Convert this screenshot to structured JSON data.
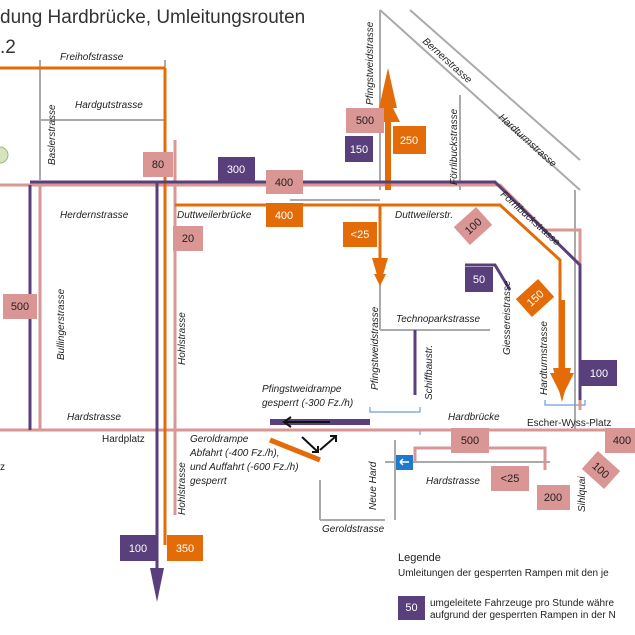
{
  "title": "dung Hardbrücke, Umleitungsrouten",
  "subtitle": ".2",
  "colors": {
    "orange": "#e36c09",
    "pink": "#d99694",
    "purple": "#5a3f7d",
    "grey": "#aaaaaa",
    "blue": "#1f7acc"
  },
  "streets": {
    "freihofstrasse": "Freihofstrasse",
    "hardgutstrasse": "Hardgutstrasse",
    "baslerstrasse": "Baslerstrasse",
    "herdernstrasse": "Herdernstrasse",
    "duttweilerbruecke": "Duttweilerbrücke",
    "duttweilerstr": "Duttweilerstr.",
    "pfingstweidstrasse_top": "Pfingstweidstrasse",
    "pfingstweidstrasse_mid": "Pfingstweidstrasse",
    "bernerstrasse": "Bernerstrasse",
    "hardturmstrasse_top": "Hardturmstrasse",
    "foerrlibuckstrasse_a": "Förrlibuckstrasse",
    "foerrlibuckstrasse_b": "Förrlibuckstrasse",
    "bullingerstrasse": "Bullingerstrasse",
    "hohlstrasse_a": "Hohlstrasse",
    "hohlstrasse_b": "Hohlstrasse",
    "technoparkstrasse": "Technoparkstrasse",
    "giessereistrasse": "Giessereistrasse",
    "hardturmstrasse_mid": "Hardturmstrasse",
    "schiffbaustr": "Schiffbaustr.",
    "hardstrasse_left": "Hardstrasse",
    "hardbruecke": "Hardbrücke",
    "hardstrasse_right": "Hardstrasse",
    "neue_hard": "Neue Hard",
    "geroldstrasse": "Geroldstrasse",
    "sihlquai": "Sihlquai"
  },
  "places": {
    "hardplatz": "Hardplatz",
    "escher_wyss_platz": "Escher-Wyss-Platz",
    "edge_z": "z"
  },
  "annotations": {
    "pfingstweidrampe_line1": "Pfingstweidrampe",
    "pfingstweidrampe_line2": "gesperrt (-300 Fz./h)",
    "geroldrampe_line1": "Geroldrampe",
    "geroldrampe_line2": "Abfahrt (-400 Fz./h),",
    "geroldrampe_line3": "und Auffahrt (-600 Fz./h)",
    "geroldrampe_line4": "gesperrt"
  },
  "badges": [
    {
      "name": "badge-80",
      "value": "80",
      "color": "pink"
    },
    {
      "name": "badge-20",
      "value": "20",
      "color": "pink"
    },
    {
      "name": "badge-300",
      "value": "300",
      "color": "purple"
    },
    {
      "name": "badge-400-pink",
      "value": "400",
      "color": "pink"
    },
    {
      "name": "badge-400-orange",
      "value": "400",
      "color": "orange"
    },
    {
      "name": "badge-500-top",
      "value": "500",
      "color": "pink"
    },
    {
      "name": "badge-150-purple",
      "value": "150",
      "color": "purple"
    },
    {
      "name": "badge-250",
      "value": "250",
      "color": "orange"
    },
    {
      "name": "badge-lt25-orange",
      "value": "<25",
      "color": "orange"
    },
    {
      "name": "badge-100-rotated",
      "value": "100",
      "color": "pink"
    },
    {
      "name": "badge-50",
      "value": "50",
      "color": "purple"
    },
    {
      "name": "badge-150-orange",
      "value": "150",
      "color": "orange"
    },
    {
      "name": "badge-500-left",
      "value": "500",
      "color": "pink"
    },
    {
      "name": "badge-100-purple-right",
      "value": "100",
      "color": "purple"
    },
    {
      "name": "badge-500-hardbruecke",
      "value": "500",
      "color": "pink"
    },
    {
      "name": "badge-400-right",
      "value": "400",
      "color": "pink"
    },
    {
      "name": "badge-lt25-pink",
      "value": "<25",
      "color": "pink"
    },
    {
      "name": "badge-200",
      "value": "200",
      "color": "pink"
    },
    {
      "name": "badge-100-sihlquai",
      "value": "100",
      "color": "pink"
    },
    {
      "name": "badge-100-bottom",
      "value": "100",
      "color": "purple"
    },
    {
      "name": "badge-350",
      "value": "350",
      "color": "orange"
    }
  ],
  "legend": {
    "title": "Legende",
    "description": "Umleitungen der gesperrten Rampen mit den je",
    "sample_value": "50",
    "sample_line1": "umgeleitete Fahrzeuge pro Stunde währe",
    "sample_line2": "aufgrund der gesperrten Rampen in der N"
  }
}
